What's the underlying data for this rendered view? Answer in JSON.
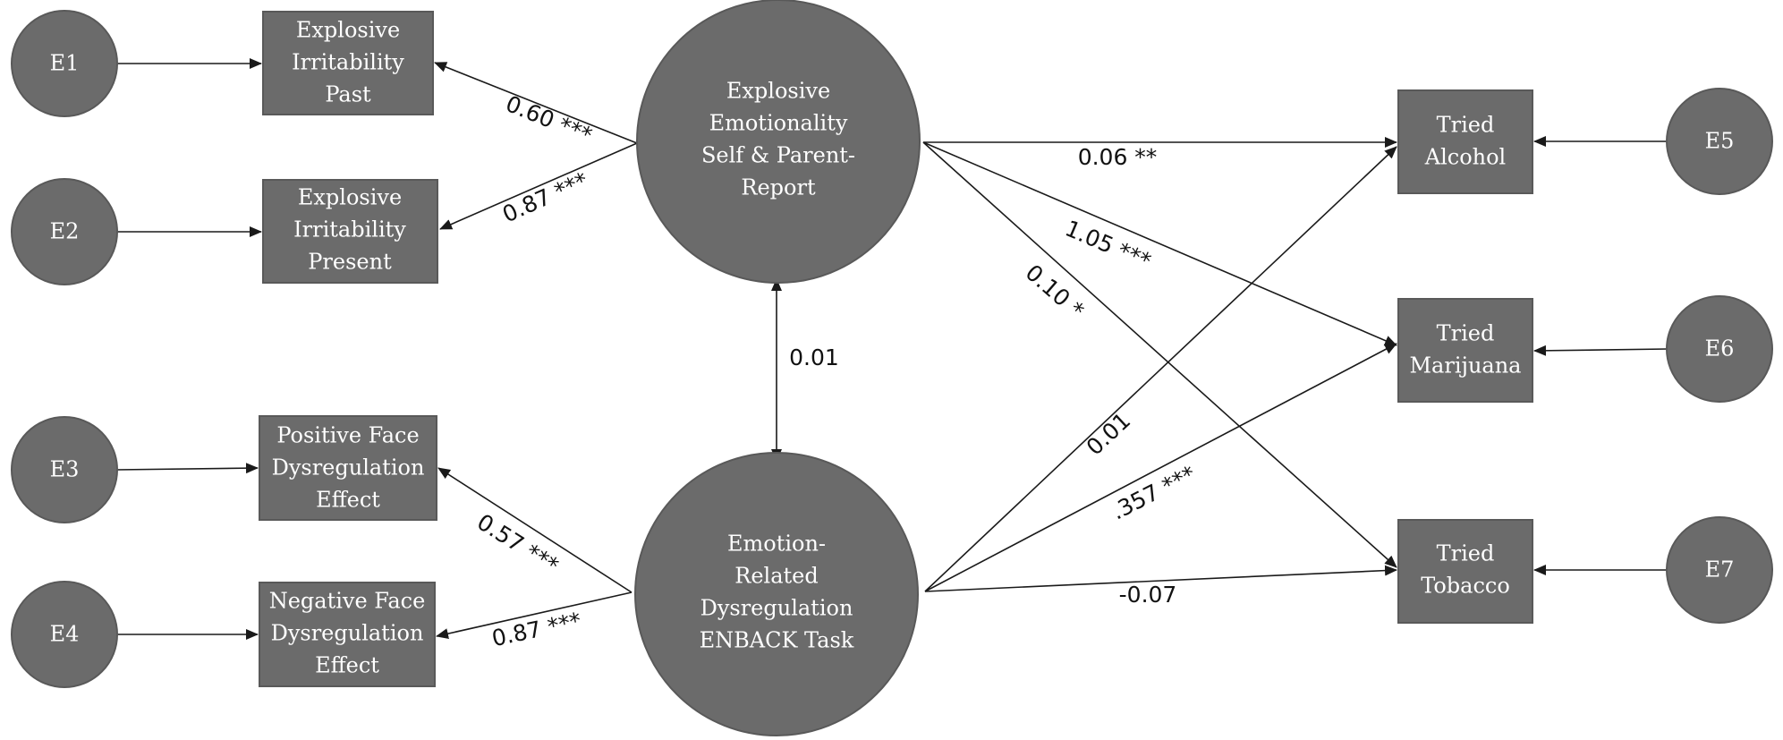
{
  "colors": {
    "node_fill": "#6b6b6b",
    "node_stroke": "#595959",
    "node_text": "#ffffff",
    "arrow": "#1a1a1a",
    "label_text": "#111111",
    "background": "#ffffff"
  },
  "latent": {
    "explosive": [
      "Explosive",
      "Emotionality",
      "Self & Parent-",
      "Report"
    ],
    "emotion": [
      "Emotion-",
      "Related",
      "Dysregulation",
      "ENBACK Task"
    ]
  },
  "indicators": {
    "irritability_past": [
      "Explosive",
      "Irritability",
      "Past"
    ],
    "irritability_present": [
      "Explosive",
      "Irritability",
      "Present"
    ],
    "positive_face": [
      "Positive Face",
      "Dysregulation",
      "Effect"
    ],
    "negative_face": [
      "Negative Face",
      "Dysregulation",
      "Effect"
    ]
  },
  "outcomes": {
    "alcohol": [
      "Tried",
      "Alcohol"
    ],
    "marijuana": [
      "Tried",
      "Marijuana"
    ],
    "tobacco": [
      "Tried",
      "Tobacco"
    ]
  },
  "errors": {
    "e1": "E1",
    "e2": "E2",
    "e3": "E3",
    "e4": "E4",
    "e5": "E5",
    "e6": "E6",
    "e7": "E7"
  },
  "loadings": {
    "irritability_past": "0.60 ***",
    "irritability_present": "0.87 ***",
    "positive_face": "0.57 ***",
    "negative_face": "0.87 ***"
  },
  "correlation": "0.01",
  "paths": {
    "explosive_alcohol": "0.06 **",
    "explosive_marijuana": "1.05 ***",
    "explosive_tobacco": "0.10 *",
    "emotion_alcohol": "0.01",
    "emotion_marijuana": ".357 ***",
    "emotion_tobacco": "-0.07"
  }
}
